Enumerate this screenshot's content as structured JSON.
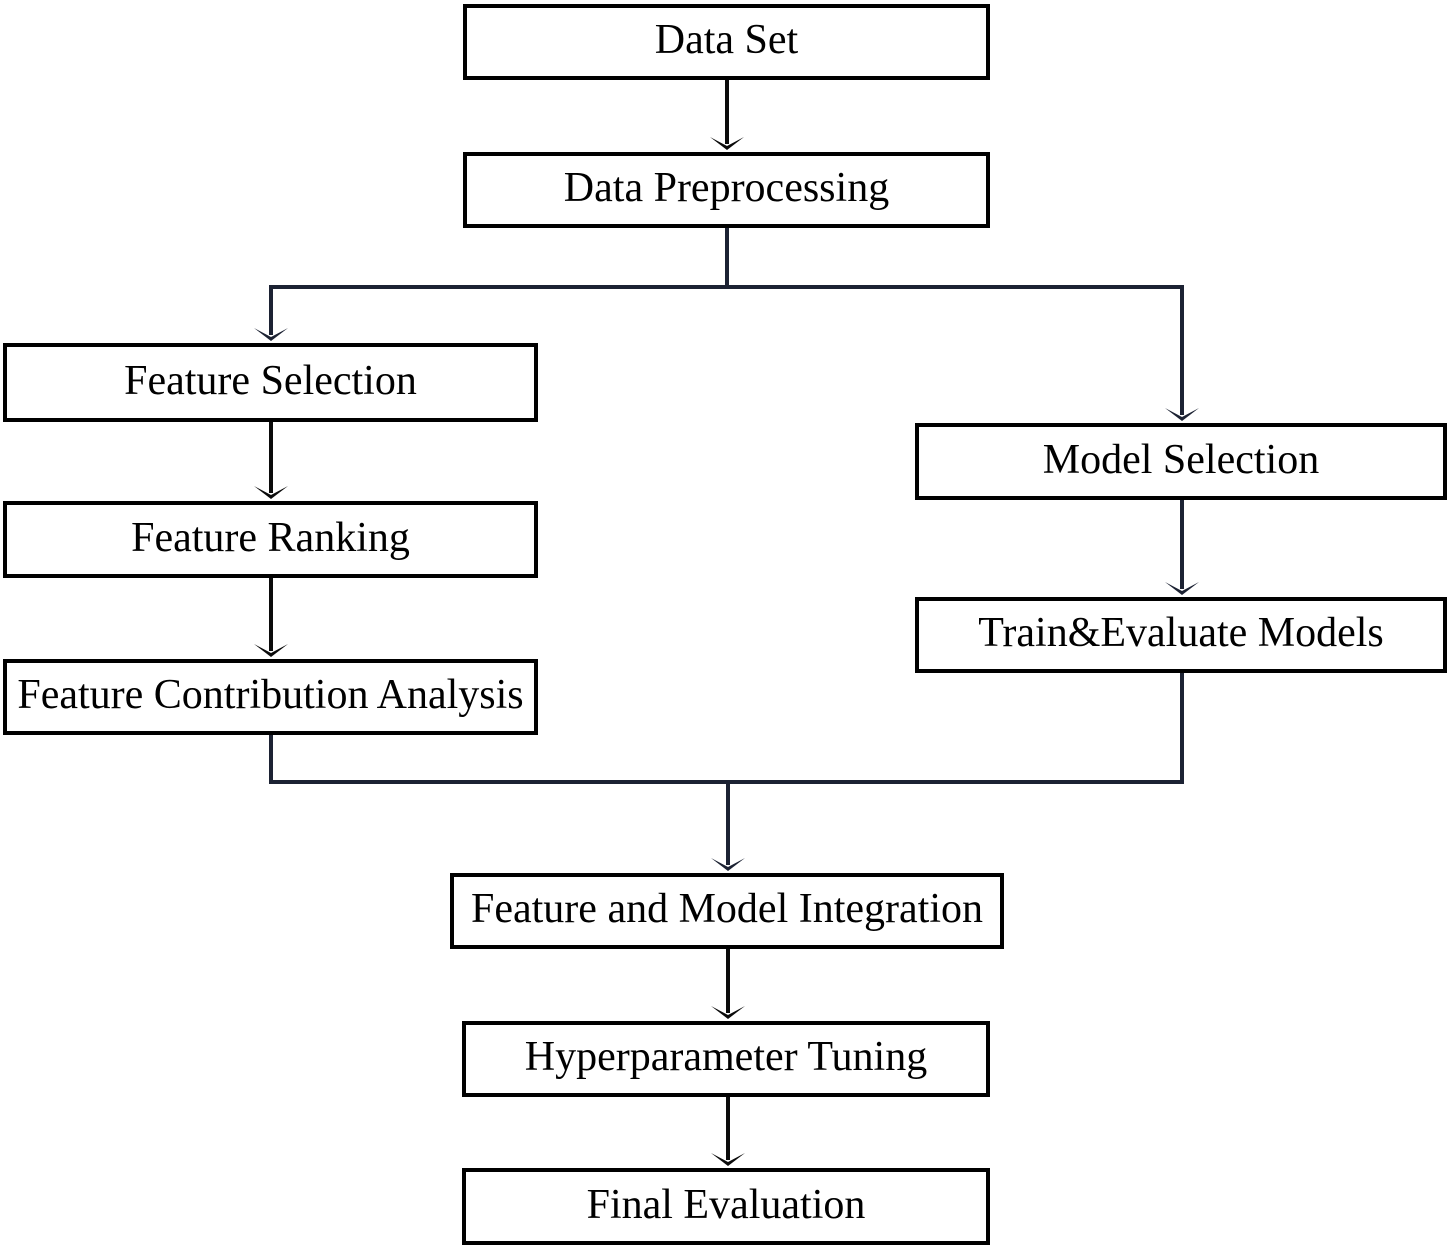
{
  "diagram": {
    "type": "flowchart",
    "nodes": {
      "data_set": {
        "label": "Data Set"
      },
      "data_preprocessing": {
        "label": "Data Preprocessing"
      },
      "feature_selection": {
        "label": "Feature Selection"
      },
      "model_selection": {
        "label": "Model Selection"
      },
      "feature_ranking": {
        "label": "Feature Ranking"
      },
      "train_evaluate": {
        "label": "Train&Evaluate Models"
      },
      "feature_contribution": {
        "label": "Feature Contribution Analysis"
      },
      "integration": {
        "label": "Feature and Model Integration"
      },
      "hyperparameter": {
        "label": "Hyperparameter Tuning"
      },
      "final_evaluation": {
        "label": "Final Evaluation"
      }
    },
    "edges": [
      {
        "from": "Data Set",
        "to": "Data Preprocessing"
      },
      {
        "from": "Data Preprocessing",
        "to": "Feature Selection"
      },
      {
        "from": "Data Preprocessing",
        "to": "Model Selection"
      },
      {
        "from": "Feature Selection",
        "to": "Feature Ranking"
      },
      {
        "from": "Feature Ranking",
        "to": "Feature Contribution Analysis"
      },
      {
        "from": "Model Selection",
        "to": "Train&Evaluate Models"
      },
      {
        "from": "Feature Contribution Analysis",
        "to": "Feature and Model Integration"
      },
      {
        "from": "Train&Evaluate Models",
        "to": "Feature and Model Integration"
      },
      {
        "from": "Feature and Model Integration",
        "to": "Hyperparameter Tuning"
      },
      {
        "from": "Hyperparameter Tuning",
        "to": "Final Evaluation"
      }
    ],
    "colors": {
      "box_border": "#000000",
      "text": "#000000",
      "connector": "#1c2233",
      "arrow": "#0b0b0b",
      "background": "#ffffff"
    }
  }
}
